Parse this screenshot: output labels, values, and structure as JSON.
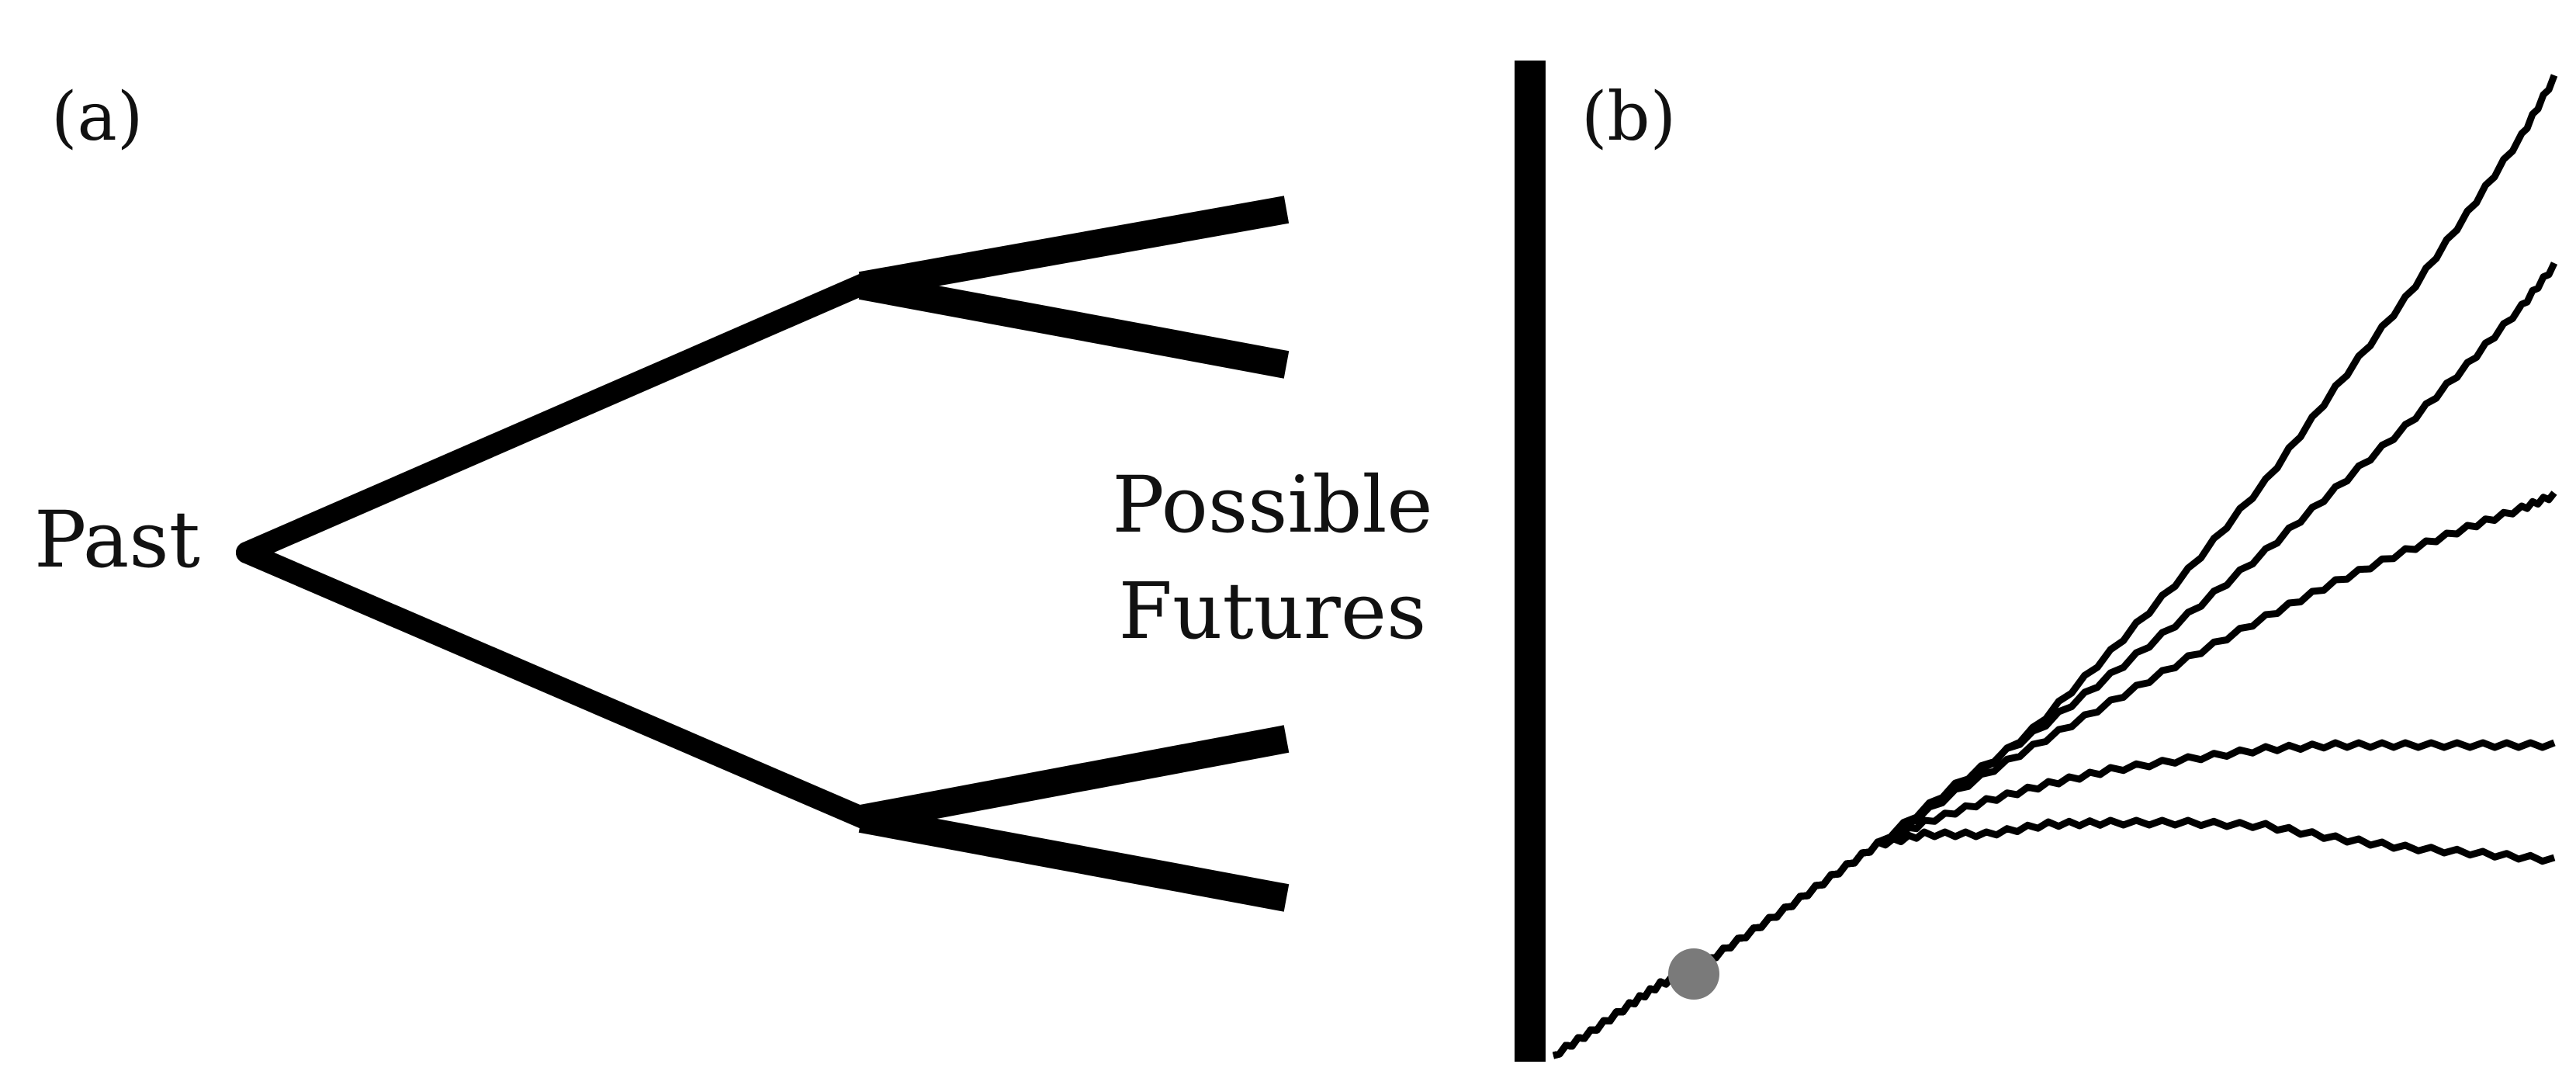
{
  "panel_a": {
    "label": "(a)",
    "past_label": "Past",
    "futures_line1": "Possible",
    "futures_line2": "Futures"
  },
  "panel_b": {
    "label": "(b)",
    "trajectory_count": 5,
    "marker_color": "#7a7a7a"
  },
  "colors": {
    "ink": "#000000",
    "background": "#ffffff"
  }
}
